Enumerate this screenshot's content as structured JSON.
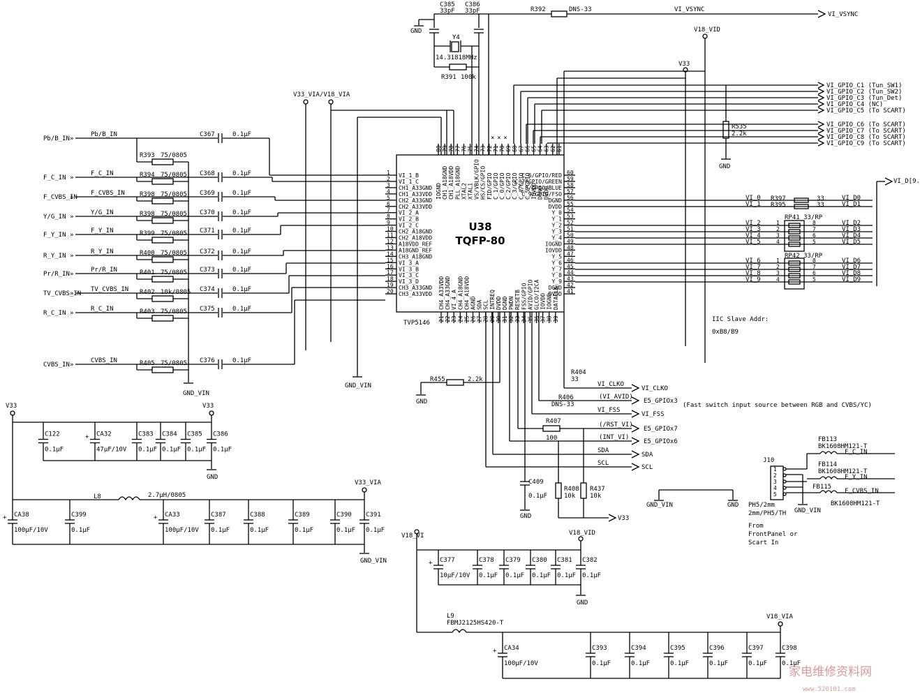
{
  "chip": {
    "ref": "U38",
    "package": "TQFP-80",
    "part": "TVP5146"
  },
  "crystal": {
    "ref": "Y4",
    "freq": "14.31818MHz",
    "r_ref": "R391",
    "r_val": "100k",
    "c1": "C385",
    "c1v": "33pF",
    "c2": "C386",
    "c2v": "33pF"
  },
  "vsync": {
    "r_ref": "R392",
    "r_val": "DNS-33",
    "net": "VI_VSYNC"
  },
  "rails": {
    "v18_vid": "V18_VID",
    "v33": "V33",
    "v33_via": "V33_VIA",
    "v18_via": "V18_VIA",
    "v33_via_v18_via": "V33_VIA/V18_VIA",
    "gnd": "GND",
    "gnd_vin": "GND_VIN",
    "v18_vi": "V18_VI"
  },
  "left_pins": [
    "VI_1_B",
    "VI_1_C",
    "CH1_A33GND",
    "CH1_A33VDD",
    "CH2_A33GND",
    "CH2_A33VDD",
    "VI_2_A",
    "VI_2_B",
    "VI_2_C",
    "CH2_A18GND",
    "CH2_A18VDD",
    "A18VDD_REF",
    "A18GND_REF",
    "CH3_A18GND",
    "VI_3_A",
    "VI_3_B",
    "VI_3_C",
    "VI_3_D",
    "CH3_A33GND",
    "CH3_A33VDD"
  ],
  "top_pins": [
    "IOGND",
    "CH1_A18GND",
    "CH1_A18VDD",
    "PLL_A18GND",
    "XTAL2",
    "XTAL1",
    "VS/VBLK/GPIO",
    "HS/CS/GPIO",
    "FID/GPIO",
    "C_1/GPIO",
    "C_0/GPIO",
    "C_2/GPIO",
    "C_3/GPIO",
    "C_4/GPIO",
    "C_5/GPIO",
    "IOVDD",
    "DGND",
    "DVDD"
  ],
  "top_nums": [
    "80",
    "79",
    "78",
    "77",
    "76",
    "75",
    "74",
    "73",
    "72",
    "71",
    "70",
    "69",
    "68",
    "67",
    "66",
    "65",
    "64",
    "63",
    "62",
    "61"
  ],
  "right_pins": [
    "C_6/GPIO/RED",
    "C_7/GPIO/GREEN",
    "C_8/GPIO/BLUE",
    "C_9/GPIO/FSO",
    "DGND",
    "DVDD",
    "Y_0",
    "Y_1",
    "Y_2",
    "Y_3",
    "Y_4",
    "IOGND",
    "IOVDD",
    "Y_5",
    "Y_6",
    "Y_7",
    "Y_8",
    "Y_9",
    "DGND",
    "DVDD"
  ],
  "right_nums": [
    "60",
    "59",
    "58",
    "57",
    "56",
    "55",
    "54",
    "53",
    "52",
    "51",
    "50",
    "49",
    "48",
    "47",
    "46",
    "45",
    "44",
    "43",
    "42",
    "41"
  ],
  "bottom_pins": [
    "CH4_A33VDD",
    "CH4_A33GND",
    "VI_4_A",
    "CH4_A18GND",
    "CH4_A18VDD",
    "AGND",
    "SDA",
    "SCL",
    "INTREQ",
    "DVDD",
    "DGND",
    "PWDN",
    "RESETB",
    "FSS/GPIO",
    "AVID/GPIO",
    "GLCO/I2CA",
    "IOVDD",
    "IOGND",
    "DATACLK"
  ],
  "inputs": [
    {
      "net": "Pb/B_IN",
      "label": "Pb/B_IN",
      "r": "R393",
      "rv": "75/0805",
      "c": "C367",
      "cv": "0.1μF"
    },
    {
      "net": "F_C_IN",
      "label": "F_C_IN",
      "r": "R394",
      "rv": "75/0805",
      "c": "C368",
      "cv": "0.1μF"
    },
    {
      "net": "F_CVBS_IN",
      "label": "F_CVBS_IN",
      "r": "R398",
      "rv": "75/0805",
      "c": "C369",
      "cv": "0.1μF"
    },
    {
      "net": "Y/G_IN",
      "label": "Y/G_IN",
      "r": "R398",
      "rv": "75/0805",
      "c": "C370",
      "cv": "0.1μF"
    },
    {
      "net": "F_Y_IN",
      "label": "F_Y_IN",
      "r": "R399",
      "rv": "75/0805",
      "c": "C371",
      "cv": "0.1μF"
    },
    {
      "net": "R_Y_IN",
      "label": "R_Y_IN",
      "r": "R400",
      "rv": "75/0805",
      "c": "C372",
      "cv": "0.1μF"
    },
    {
      "net": "Pr/R_IN",
      "label": "Pr/R_IN",
      "r": "R401",
      "rv": "75/0805",
      "c": "C373",
      "cv": "0.1μF"
    },
    {
      "net": "TV_CVBS_IN",
      "label": "TV_CVBS_IN",
      "r": "R402",
      "rv": "10k/0805",
      "c": "C374",
      "cv": "0.1μF"
    },
    {
      "net": "R_C_IN",
      "label": "R_C_IN",
      "r": "R403",
      "rv": "75/0805",
      "c": "C375",
      "cv": "0.1μF"
    },
    {
      "net": "CVBS_IN",
      "label": "CVBS_IN",
      "r": "R405",
      "rv": "75/0805",
      "c": "C376",
      "cv": "0.1μF"
    }
  ],
  "gpio_out": [
    "VI_GPIO_C1 (Tun_SW1)",
    "VI_GPIO_C2 (Tun_SW2)",
    "VI_GPIO_C3 (Tun_Det)",
    "VI_GPIO_C4 (NC)",
    "VI_GPIO_C5 (To SCART)",
    "VI_GPIO_C6 (To SCART)",
    "VI_GPIO_C7 (To SCART)",
    "VI_GPIO_C8 (To SCART)",
    "VI_GPIO_C9 (To SCART)"
  ],
  "r535": {
    "ref": "R535",
    "val": "2.2k"
  },
  "data_bus": {
    "net": "VI_D[9..",
    "r397": "R397",
    "r395": "R395",
    "rv": "33",
    "rp41": "RP41 33/RP",
    "rp42": "RP42 33/RP",
    "lines": [
      [
        "VI_0",
        "VI_D0"
      ],
      [
        "VI_1",
        "VI_D1"
      ],
      [
        "VI_2",
        "VI_D2"
      ],
      [
        "VI_3",
        "VI_D3"
      ],
      [
        "VI_4",
        "VI_D4"
      ],
      [
        "VI_5",
        "VI_D5"
      ],
      [
        "VI_6",
        "VI_D6"
      ],
      [
        "VI_7",
        "VI_D7"
      ],
      [
        "VI_8",
        "VI_D8"
      ],
      [
        "VI_9",
        "VI_D9"
      ]
    ]
  },
  "i2c_note": {
    "line1": "IIC Slave Addr:",
    "line2": "0xB8/B9"
  },
  "bottom_nets": {
    "r455": "R455",
    "r455v": "2.2k",
    "r404": "R404",
    "r404v": "33",
    "vi_clko": "VI_CLKO",
    "r406": "R406",
    "r406v": "DNS-33",
    "vi_avid": "(VI_AVID)",
    "e5_gpiox3": "E5_GPIOx3",
    "fast_switch": "(Fast switch input source between RGB and CVBS/YC)",
    "vi_fss": "VI_FSS",
    "r407": "R407",
    "r407v": "100",
    "rst_vi": "(/RST_VI)",
    "e5_gpiox7": "E5_GPIOx7",
    "int_vi": "(INT_VI)",
    "e5_gpiox6": "E5_GPIOx6",
    "sda": "SDA",
    "scl": "SCL",
    "c409": "C409",
    "c409v": "0.1μF",
    "r408": "R408",
    "r408v": "10k",
    "r437": "R437",
    "r437v": "10k",
    "v33": "V33"
  },
  "caps_v33": [
    {
      "r": "C122",
      "v": "0.1μF"
    },
    {
      "r": "CA32",
      "v": "47μF/10V"
    },
    {
      "r": "C383",
      "v": "0.1μF"
    },
    {
      "r": "C384",
      "v": "0.1μF"
    },
    {
      "r": "C385",
      "v": "0.1μF"
    },
    {
      "r": "C386",
      "v": "0.1μF"
    }
  ],
  "caps_v33_via": [
    {
      "r": "CA38",
      "v": "100μF/10V"
    },
    {
      "r": "C399",
      "v": "0.1μF"
    },
    {
      "r": "CA33",
      "v": "100μF/10V"
    },
    {
      "r": "C387",
      "v": "0.1μF"
    },
    {
      "r": "C388",
      "v": "0.1μF"
    },
    {
      "r": "C389",
      "v": "0.1μF"
    },
    {
      "r": "C390",
      "v": "0.1μF"
    },
    {
      "r": "C391",
      "v": "0.1μF"
    }
  ],
  "l8": {
    "r": "L8",
    "v": "2.7μH/0805"
  },
  "caps_v18_vi": [
    {
      "r": "C377",
      "v": "10μF/10V"
    },
    {
      "r": "C378",
      "v": "0.1μF"
    },
    {
      "r": "C379",
      "v": "0.1μF"
    },
    {
      "r": "C380",
      "v": "0.1μF"
    },
    {
      "r": "C381",
      "v": "0.1μF"
    },
    {
      "r": "C382",
      "v": "0.1μF"
    }
  ],
  "l9": {
    "r": "L9",
    "v": "FBMJ2125HS420-T"
  },
  "caps_v18_via": [
    {
      "r": "CA34",
      "v": "100μF/10V"
    },
    {
      "r": "C393",
      "v": "0.1μF"
    },
    {
      "r": "C394",
      "v": "0.1μF"
    },
    {
      "r": "C395",
      "v": "0.1μF"
    },
    {
      "r": "C396",
      "v": "0.1μF"
    },
    {
      "r": "C397",
      "v": "0.1μF"
    },
    {
      "r": "C398",
      "v": "0.1μF"
    }
  ],
  "j10": {
    "ref": "J10",
    "pins": [
      "1",
      "2",
      "3",
      "4",
      "5"
    ],
    "fb113": "FB113",
    "fb114": "FB114",
    "fb115": "FB115",
    "fbv": "BK1608HM121-T",
    "n1": "F_C_IN",
    "n2": "F_Y_IN",
    "n3": "F_CVBS_IN",
    "type1": "PH5/2mm",
    "type2": "2mm/PH5/TH",
    "from1": "From",
    "from2": "FrontPanel or",
    "from3": "Scart In"
  },
  "watermark": {
    "cn": "家电维修资料网",
    "url": "www.520101.com"
  }
}
